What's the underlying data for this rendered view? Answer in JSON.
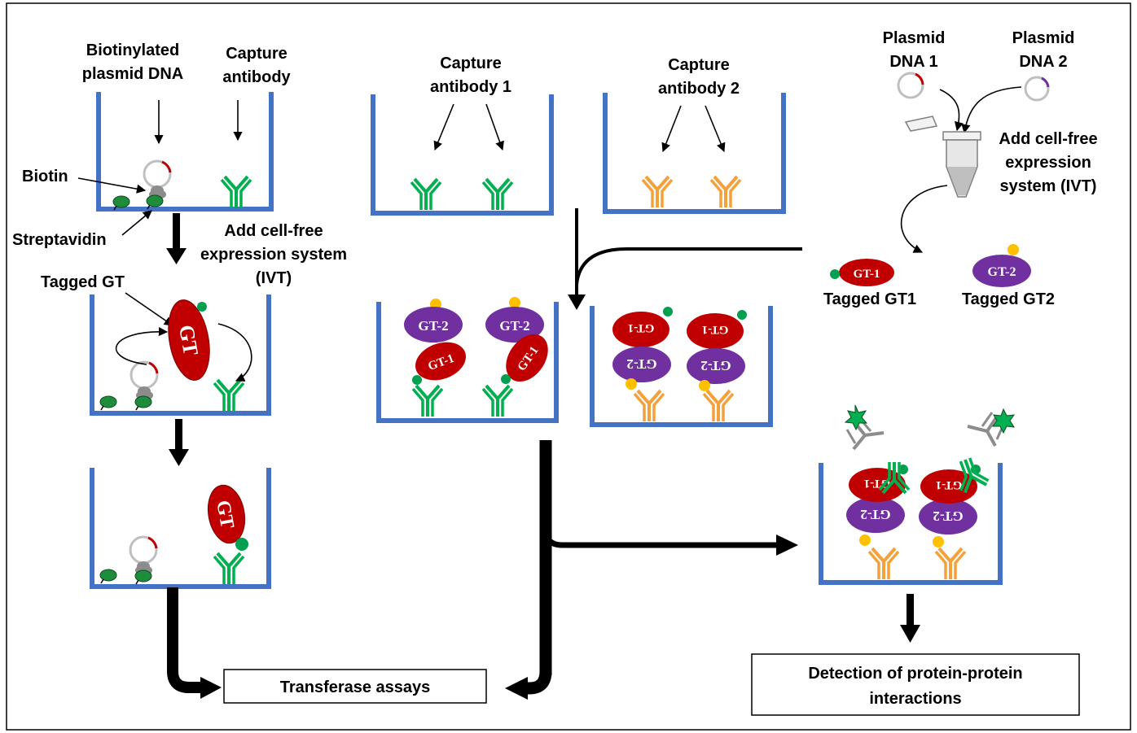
{
  "labels": {
    "biotinylated_plasmid": [
      "Biotinylated",
      "plasmid DNA"
    ],
    "capture_antibody": [
      "Capture",
      "antibody"
    ],
    "capture_antibody_1": [
      "Capture",
      "antibody 1"
    ],
    "capture_antibody_2": [
      "Capture",
      "antibody 2"
    ],
    "plasmid_dna_1": [
      "Plasmid",
      "DNA 1"
    ],
    "plasmid_dna_2": [
      "Plasmid",
      "DNA 2"
    ],
    "biotin": "Biotin",
    "streptavidin": "Streptavidin",
    "add_cell_free_left": [
      "Add cell-free",
      "expression system",
      "(IVT)"
    ],
    "add_cell_free_right": [
      "Add cell-free",
      "expression",
      "system (IVT)"
    ],
    "tagged_gt": "Tagged GT",
    "tagged_gt1": "Tagged GT1",
    "tagged_gt2": "Tagged GT2",
    "transferase_assays": "Transferase assays",
    "detection": [
      "Detection of protein-protein",
      "interactions"
    ]
  },
  "protein_labels": {
    "gt": "GT",
    "gt1": "GT-1",
    "gt2": "GT-2"
  },
  "colors": {
    "well": "#4472c4",
    "gt1": "#c00000",
    "gt2": "#7030a0",
    "antibody_green": "#00b050",
    "antibody_orange": "#f4a13c",
    "detection_antibody": "#8c8c8c",
    "streptavidin": "#1e8c3a",
    "tag_green": "#00a050",
    "tag_yellow": "#ffc000",
    "biotin": "#8c8c8c"
  }
}
